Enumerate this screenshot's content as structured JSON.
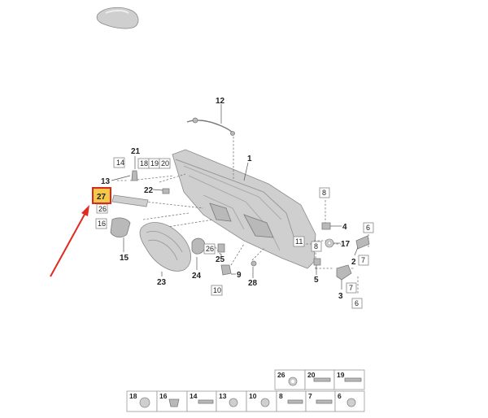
{
  "callouts": [
    {
      "id": "c1",
      "label": "1"
    },
    {
      "id": "c2",
      "label": "2"
    },
    {
      "id": "c3",
      "label": "3"
    },
    {
      "id": "c4",
      "label": "4"
    },
    {
      "id": "c5",
      "label": "5"
    },
    {
      "id": "c9",
      "label": "9"
    },
    {
      "id": "c12",
      "label": "12"
    },
    {
      "id": "c13",
      "label": "13"
    },
    {
      "id": "c15",
      "label": "15"
    },
    {
      "id": "c17",
      "label": "17"
    },
    {
      "id": "c21",
      "label": "21"
    },
    {
      "id": "c22",
      "label": "22"
    },
    {
      "id": "c23",
      "label": "23"
    },
    {
      "id": "c24",
      "label": "24"
    },
    {
      "id": "c25",
      "label": "25"
    },
    {
      "id": "c28",
      "label": "28"
    }
  ],
  "boxed_refs": [
    {
      "id": "b14",
      "label": "14"
    },
    {
      "id": "b18",
      "label": "18"
    },
    {
      "id": "b19",
      "label": "19"
    },
    {
      "id": "b20",
      "label": "20"
    },
    {
      "id": "b26a",
      "label": "26"
    },
    {
      "id": "b16",
      "label": "16"
    },
    {
      "id": "b26b",
      "label": "26"
    },
    {
      "id": "b10",
      "label": "10"
    },
    {
      "id": "b8a",
      "label": "8"
    },
    {
      "id": "b11",
      "label": "11"
    },
    {
      "id": "b6a",
      "label": "6"
    },
    {
      "id": "b7a",
      "label": "7"
    },
    {
      "id": "b8b",
      "label": "8"
    },
    {
      "id": "b7b",
      "label": "7"
    },
    {
      "id": "b6b",
      "label": "6"
    }
  ],
  "highlighted_part": {
    "label": "27",
    "fill": "#f6c84a",
    "outline": "#d8281f"
  },
  "arrow_color": "#e02a22",
  "fastener_legend": {
    "top_row": [
      "26",
      "20",
      "19"
    ],
    "bottom_row": [
      "18",
      "16",
      "14",
      "13",
      "10",
      "8",
      "7",
      "6"
    ]
  }
}
